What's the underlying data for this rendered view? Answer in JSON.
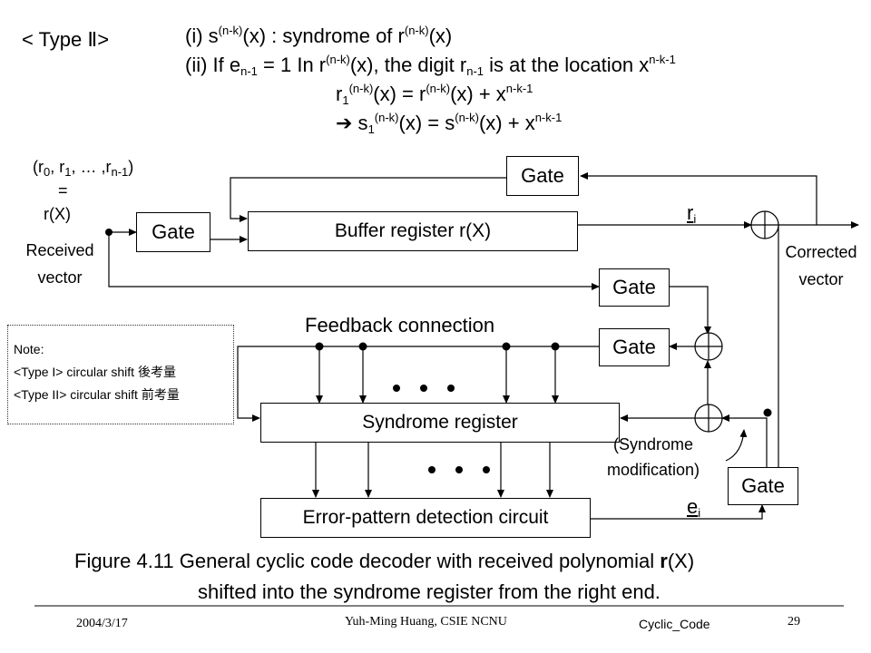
{
  "type_label": "< Type Ⅱ>",
  "lines": {
    "l1": {
      "prefix": "(i)  s",
      "sup1": "(n-k)",
      "mid": "(x) : syndrome of r",
      "sup2": "(n-k)",
      "end": "(x)"
    },
    "l2": {
      "prefix": "(ii) If e",
      "sub1": "n-1",
      "mid1": " = 1  In r",
      "sup1": "(n-k)",
      "mid2": "(x), the digit r",
      "sub2": "n-1",
      "mid3": " is at the location x",
      "sup2": "n-k-1"
    },
    "l3": {
      "a": "r",
      "sub1": "1",
      "sup1": "(n-k)",
      "b": "(x) = r",
      "sup2": "(n-k)",
      "c": "(x) + x",
      "sup3": "n-k-1"
    },
    "l4": {
      "arrow": "➔",
      "a": " s",
      "sub1": "1",
      "sup1": "(n-k)",
      "b": "(x) = s",
      "sup2": "(n-k)",
      "c": "(x) + x",
      "sup3": "n-k-1"
    }
  },
  "input": {
    "tuple_a": "(r",
    "sub0": "0",
    "b": ", r",
    "sub1": "1",
    "c": ", … ,r",
    "subn": "n-1",
    "d": ")",
    "equals": "=",
    "rx": "r(X)",
    "received": "Received",
    "vector": "vector"
  },
  "boxes": {
    "gate_top": "Gate",
    "gate_input": "Gate",
    "buffer": "Buffer register r(X)",
    "gate_mid": "Gate",
    "gate_feedback": "Gate",
    "syndrome": "Syndrome register",
    "error": "Error-pattern detection circuit",
    "gate_bottom": "Gate"
  },
  "labels": {
    "ri": "r",
    "ri_sub": "i",
    "ei": "e",
    "ei_sub": "i",
    "corrected": "Corrected",
    "corrected_vector": "vector",
    "feedback": "Feedback connection",
    "syn_mod1": "(Syndrome",
    "syn_mod2": "modification)"
  },
  "note": {
    "title": "Note:",
    "line1": "<Type I> circular shift 後考量",
    "line2": "<Type II> circular shift 前考量"
  },
  "caption": {
    "line1a": "Figure 4.11 General cyclic code decoder with received polynomial ",
    "line1b": "r",
    "line1c": "(X)",
    "line2": "shifted into the syndrome register from the right end."
  },
  "footer": {
    "date": "2004/3/17",
    "author": "Yuh-Ming Huang, CSIE NCNU",
    "topic": "Cyclic_Code",
    "page": "29"
  }
}
